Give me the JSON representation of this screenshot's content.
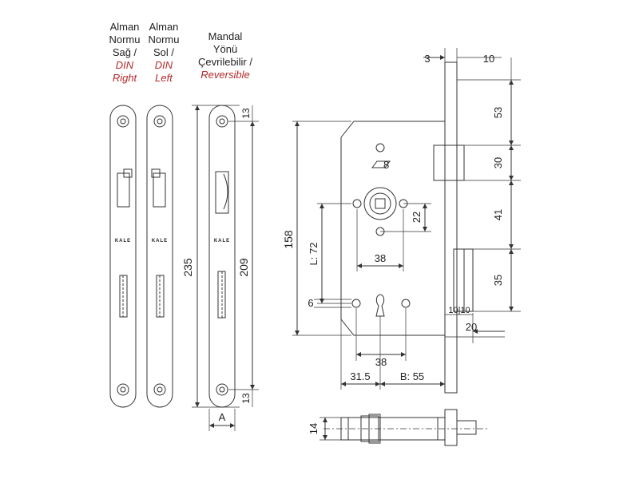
{
  "headers": {
    "right": {
      "line1": "Alman",
      "line2": "Normu",
      "line3": "Sağ /",
      "en1": "DIN",
      "en2": "Right"
    },
    "left": {
      "line1": "Alman",
      "line2": "Normu",
      "line3": "Sol /",
      "en1": "DIN",
      "en2": "Left"
    },
    "reversible": {
      "line1": "Mandal",
      "line2": "Yönü",
      "line3": "Çevrilebilir /",
      "en1": "Reversible"
    }
  },
  "brand": "KALE",
  "dims": {
    "d13_top": "13",
    "d13_bottom": "13",
    "d235": "235",
    "d209": "209",
    "dA": "A",
    "d158": "158",
    "dL72": "L: 72",
    "d6": "6",
    "d3": "3",
    "d10_top": "10",
    "d53": "53",
    "d30": "30",
    "d41": "41",
    "d35": "35",
    "d10_10": "10|10",
    "d20": "20",
    "d8": "8",
    "d22": "22",
    "d38_upper": "38",
    "d38_lower": "38",
    "d31_5": "31.5",
    "dB55": "B: 55",
    "d14": "14"
  },
  "colors": {
    "line": "#333333",
    "accent": "#b32a2a"
  }
}
